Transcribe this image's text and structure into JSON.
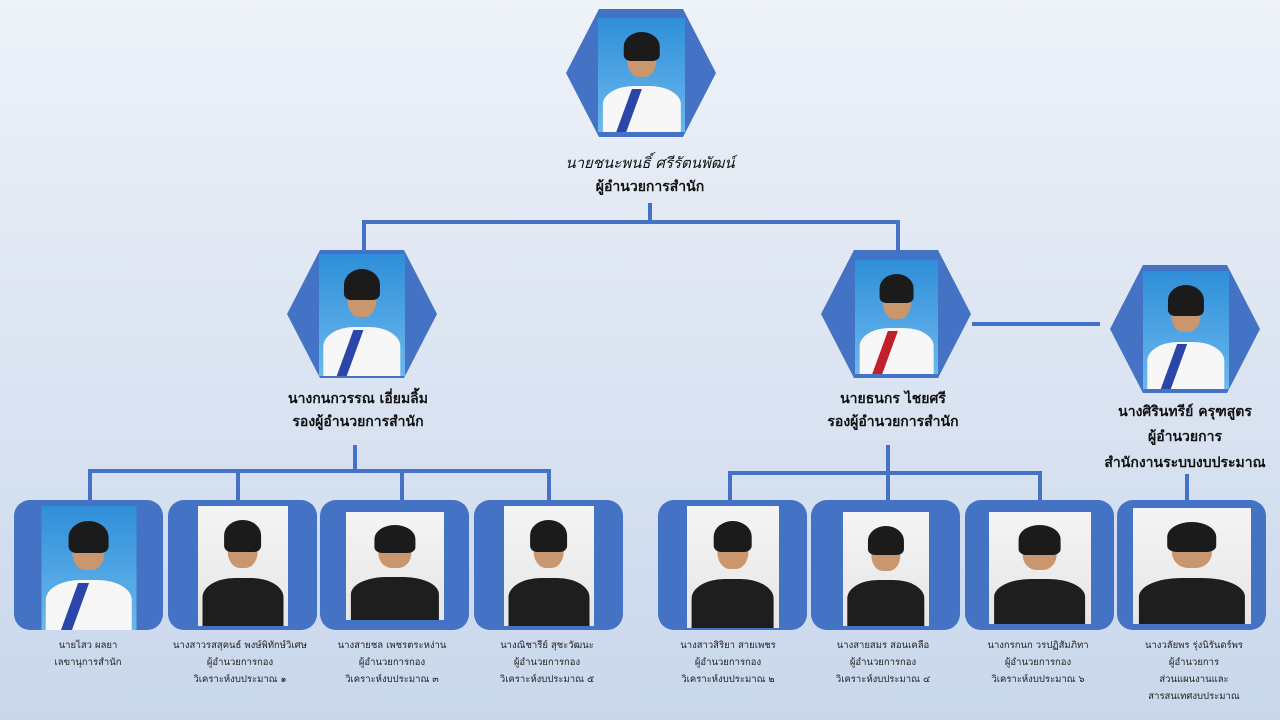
{
  "director": {
    "name": "นายชนะพนธิ์ ศรีรัตนพัฒน์",
    "title": "ผู้อำนวยการสำนัก"
  },
  "deputies": [
    {
      "name": "นางกนกวรรณ เอี่ยมลิ้ม",
      "title": "รองผู้อำนวยการสำนัก"
    },
    {
      "name": "นายธนกร ไชยศรี",
      "title": "รองผู้อำนวยการสำนัก"
    }
  ],
  "side_director": {
    "name": "นางศิรินทรีย์  ครุฑสูตร",
    "title": "ผู้อำนวยการ",
    "unit": "สำนักงานระบบงบประมาณ"
  },
  "staff": [
    {
      "name": "นายไสว ผลยา",
      "title": "เลขานุการสำนัก",
      "unit": ""
    },
    {
      "name": "นางสาวรสสุคนธ์ พงษ์พิทักษ์วิเศษ",
      "title": "ผู้อำนวยการกอง",
      "unit": "วิเคราะห์งบประมาณ ๑"
    },
    {
      "name": "นางสายชล  เพชรตระหง่าน",
      "title": "ผู้อำนวยการกอง",
      "unit": "วิเคราะห์งบประมาณ ๓"
    },
    {
      "name": "นางณิชารีย์ สุชะวัฒนะ",
      "title": "ผู้อำนวยการกอง",
      "unit": "วิเคราะห์งบประมาณ ๕"
    },
    {
      "name": "นางสาวสิริยา  สายเพชร",
      "title": "ผู้อำนวยการกอง",
      "unit": "วิเคราะห์งบประมาณ ๒"
    },
    {
      "name": "นางสายสมร สอนเคลือ",
      "title": "ผู้อำนวยการกอง",
      "unit": "วิเคราะห์งบประมาณ ๔"
    },
    {
      "name": "นางกรกนก  วรปฏิสัมภิทา",
      "title": "ผู้อำนวยการกอง",
      "unit": "วิเคราะห์งบประมาณ ๖"
    },
    {
      "name": "นางวลัยพร  รุ่งนิรันดร์พร",
      "title": "ผู้อำนวยการ",
      "unit": "ส่วนแผนงานและ",
      "unit2": "สารสนเทศงบประมาณ"
    }
  ],
  "colors": {
    "accent": "#4472c4"
  }
}
